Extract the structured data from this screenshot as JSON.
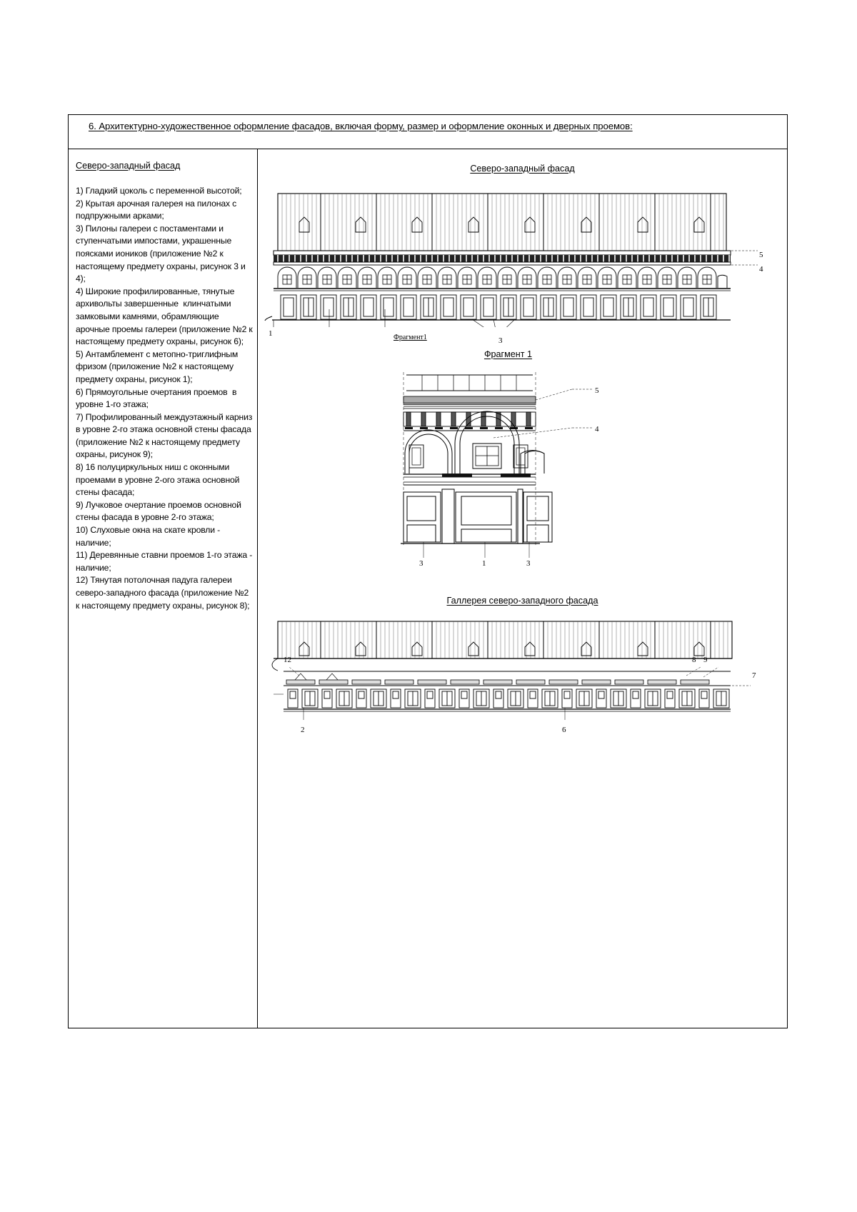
{
  "document": {
    "section_heading": "6. Архитектурно-художественное оформление фасадов, включая форму, размер и оформление оконных и дверных проемов:",
    "left_column": {
      "subtitle": "Северо-западный фасад",
      "items_text": "1) Гладкий цоколь с переменной высотой;\n2) Крытая арочная галерея на пилонах с подпружными арками;\n3) Пилоны галереи с постаментами и ступенчатыми импостами, украшенные поясками иоников (приложение №2 к настоящему предмету охраны, рисунок 3 и 4);\n4) Широкие профилированные, тянутые архивольты завершенные  клинчатыми замковыми камнями, обрамляющие арочные проемы галереи (приложение №2 к настоящему предмету охраны, рисунок 6);\n5) Антамблемент с метопно-триглифным фризом (приложение №2 к настоящему предмету охраны, рисунок 1);\n6) Прямоугольные очертания проемов  в уровне 1-го этажа;\n7) Профилированный междуэтажный карниз в уровне 2-го этажа основной стены фасада (приложение №2 к настоящему предмету охраны, рисунок 9);\n8) 16 полуциркульных ниш с оконными проемами в уровне 2-ого этажа основной стены фасада;\n9) Лучковое очертание проемов основной стены фасада в уровне 2-го этажа;\n10) Слуховые окна на скате кровли - наличие;\n11) Деревянные ставни проемов 1-го этажа - наличие;\n12) Тянутая потолочная падуга галереи северо-западного фасада (приложение №2 к настоящему предмету охраны, рисунок 8);"
    },
    "drawings": [
      {
        "id": "facade-elevation",
        "title": "Северо-западный фасад",
        "callouts": [
          {
            "label": "5"
          },
          {
            "label": "4"
          },
          {
            "label": "1"
          },
          {
            "label": "3"
          },
          {
            "label": "Фрагмент1"
          }
        ]
      },
      {
        "id": "fragment-1",
        "title": "Фрагмент 1",
        "callouts": [
          {
            "label": "5"
          },
          {
            "label": "4"
          },
          {
            "label": "3"
          },
          {
            "label": "1"
          },
          {
            "label": "3"
          }
        ]
      },
      {
        "id": "gallery-elevation",
        "title": "Галлерея северо-западного фасада",
        "callouts": [
          {
            "label": "12"
          },
          {
            "label": "8"
          },
          {
            "label": "9"
          },
          {
            "label": "7"
          },
          {
            "label": "2"
          },
          {
            "label": "6"
          }
        ]
      }
    ]
  }
}
